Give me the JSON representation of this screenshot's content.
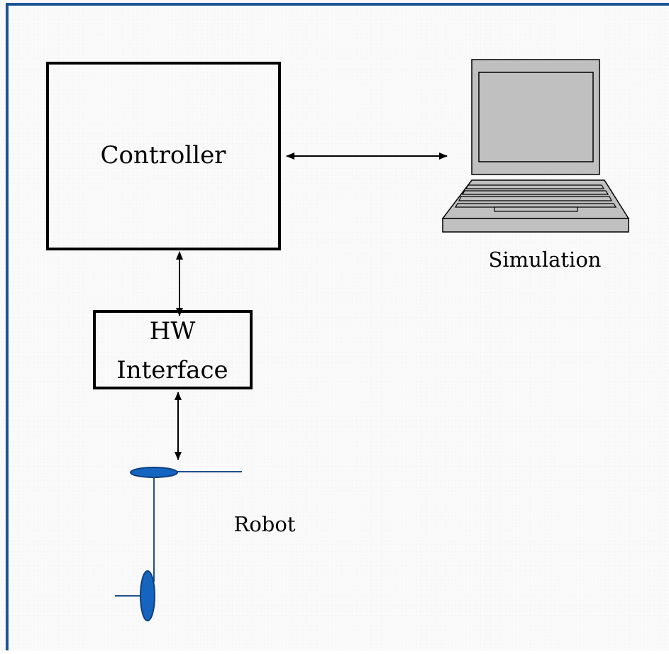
{
  "diagram": {
    "nodes": {
      "controller": {
        "label": "Controller"
      },
      "hw_interface": {
        "label_line1": "HW",
        "label_line2": "Interface"
      },
      "simulation": {
        "label": "Simulation"
      },
      "robot": {
        "label": "Robot"
      }
    },
    "edges": [
      {
        "from": "controller",
        "to": "simulation",
        "direction": "bidirectional"
      },
      {
        "from": "controller",
        "to": "hw_interface",
        "direction": "bidirectional"
      },
      {
        "from": "hw_interface",
        "to": "robot",
        "direction": "bidirectional"
      }
    ]
  },
  "colors": {
    "frame": "#1a5593",
    "robot_blue": "#1565c0",
    "robot_line": "#1f4e8c",
    "laptop_fill": "#c0c0c0"
  }
}
